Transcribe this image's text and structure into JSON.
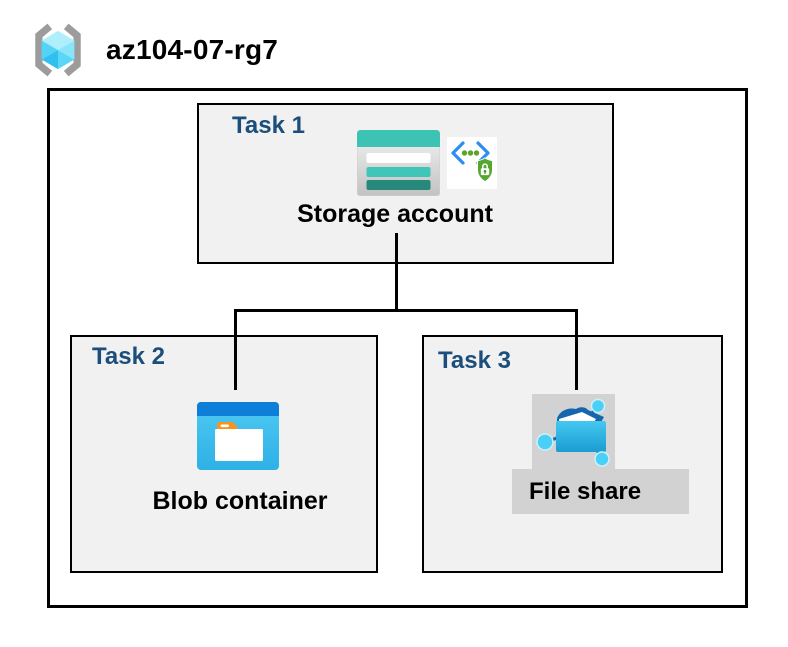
{
  "resource_group": {
    "name": "az104-07-rg7",
    "icon": "resource-group-icon"
  },
  "tasks": [
    {
      "title": "Task 1",
      "label": "Storage account",
      "icons": [
        "storage-account-icon",
        "sas-lock-icon"
      ]
    },
    {
      "title": "Task 2",
      "label": "Blob container",
      "icons": [
        "blob-container-icon"
      ]
    },
    {
      "title": "Task 3",
      "label": "File share",
      "icons": [
        "file-share-icon"
      ]
    }
  ],
  "connections": [
    {
      "from": "Storage account",
      "to": "Blob container"
    },
    {
      "from": "Storage account",
      "to": "File share"
    }
  ],
  "colors": {
    "task_title_navy": "#1B4E7C",
    "box_fill_gray": "#F1F1F1",
    "border_black": "#000000",
    "storage_teal": "#3CC3B3",
    "storage_teal_dark": "#26897B",
    "blob_topbar_blue": "#0E7FD9",
    "blob_body_blue": "#3EC0EF",
    "blob_tab_orange": "#F7941E",
    "fileshare_blue": "#2FB6E8",
    "fileshare_dark_blue": "#1566AC",
    "fileshare_node_cyan": "#4AD0F6",
    "sas_shield_green": "#55A72D",
    "sas_bracket_blue": "#2E8DEF",
    "highlight_gray": "#D2D2D2",
    "cube_cyan": "#55D3F6",
    "bracket_gray": "#9C9C9C"
  }
}
